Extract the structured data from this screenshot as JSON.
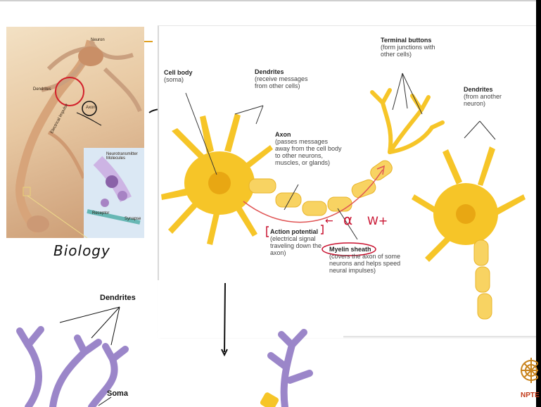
{
  "photo": {
    "labels": {
      "neuron": "Neuron",
      "dendrites": "Dendrites",
      "axon": "Axon",
      "electrical_impulse": "Electrical Impulse",
      "neurotransmitter": "Neurotransmitter Molecules",
      "receptor": "Receptor",
      "synapse": "Synapse"
    }
  },
  "handwriting": {
    "biology": "Biology",
    "alpha": "α",
    "arrow_left": "←",
    "wt": "W+"
  },
  "diagram": {
    "cell_body": {
      "title": "Cell body",
      "sub": "(soma)"
    },
    "dendrites": {
      "title": "Dendrites",
      "sub": "(receive messages from other cells)"
    },
    "axon": {
      "title": "Axon",
      "sub": "(passes messages away from the cell body to other neurons, muscles, or glands)"
    },
    "terminal_buttons": {
      "title": "Terminal buttons",
      "sub": "(form junctions with other cells)"
    },
    "dendrites_other": {
      "title": "Dendrites",
      "sub": "(from another neuron)"
    },
    "action_potential": {
      "title": "Action potential",
      "sub": "(electrical signal traveling down the axon)"
    },
    "myelin_sheath": {
      "title": "Myelin sheath",
      "sub": "(covers the axon of some neurons and helps speed neural impulses)"
    }
  },
  "lower": {
    "dendrites": "Dendrites",
    "soma": "Soma"
  },
  "logo": {
    "text": "NPTE"
  },
  "colors": {
    "neuron_yellow": "#f6c528",
    "neuron_light": "#fbe08a",
    "purple": "#9b86c9",
    "annotation_red": "#c8102e"
  }
}
